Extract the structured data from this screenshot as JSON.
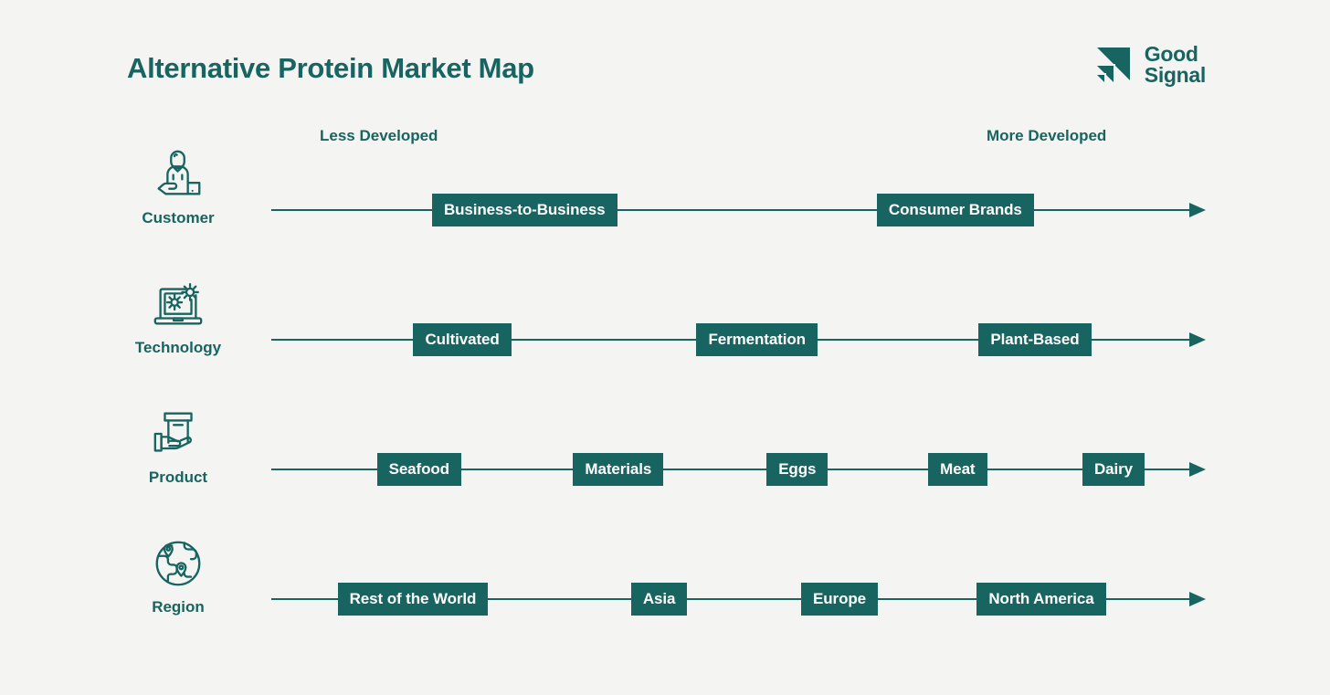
{
  "header": {
    "title": "Alternative Protein Market Map",
    "brand": {
      "line1": "Good",
      "line2": "Signal",
      "mark": "signal-triangles-logo"
    }
  },
  "axis": {
    "left_label": "Less Developed",
    "right_label": "More Developed"
  },
  "colors": {
    "background": "#f4f4f2",
    "accent": "#176461",
    "node_text": "#ffffff"
  },
  "rows": [
    {
      "category": "Customer",
      "icon": "customer-person-hand-icon",
      "nodes": [
        {
          "label": "Business-to-Business",
          "left_pct": 17.2
        },
        {
          "label": "Consumer Brands",
          "left_pct": 64.8
        }
      ]
    },
    {
      "category": "Technology",
      "icon": "technology-laptop-gears-icon",
      "nodes": [
        {
          "label": "Cultivated",
          "left_pct": 15.2
        },
        {
          "label": "Fermentation",
          "left_pct": 45.5
        },
        {
          "label": "Plant-Based",
          "left_pct": 75.7
        }
      ]
    },
    {
      "category": "Product",
      "icon": "product-box-hand-icon",
      "nodes": [
        {
          "label": "Seafood",
          "left_pct": 11.3
        },
        {
          "label": "Materials",
          "left_pct": 32.3
        },
        {
          "label": "Eggs",
          "left_pct": 53.0
        },
        {
          "label": "Meat",
          "left_pct": 70.3
        },
        {
          "label": "Dairy",
          "left_pct": 86.8
        }
      ]
    },
    {
      "category": "Region",
      "icon": "region-globe-pins-icon",
      "nodes": [
        {
          "label": "Rest of the World",
          "left_pct": 7.1
        },
        {
          "label": "Asia",
          "left_pct": 38.5
        },
        {
          "label": "Europe",
          "left_pct": 56.7
        },
        {
          "label": "North America",
          "left_pct": 75.5
        }
      ]
    }
  ]
}
